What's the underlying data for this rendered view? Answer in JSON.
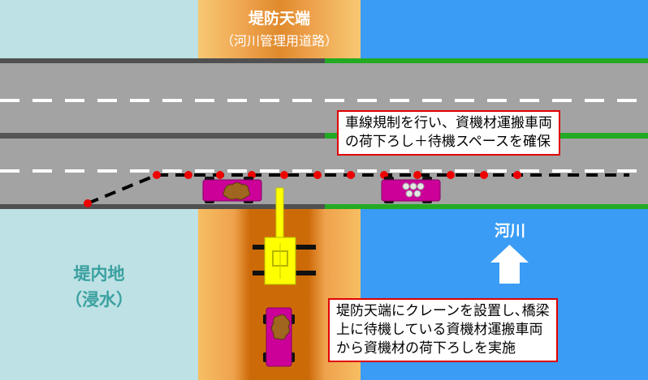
{
  "labels": {
    "embankment_top_title": "堤防天端",
    "embankment_top_subtitle": "（河川管理用道路）",
    "protected_side": "堤内地",
    "protected_side_sub": "（浸水）",
    "river": "河川"
  },
  "callouts": {
    "lane_restriction": [
      "車線規制を行い、資機材運搬車両",
      "の荷下ろし＋待機スペースを確保"
    ],
    "crane_unloading": [
      "堤防天端にクレーンを設置し､橋梁",
      "上に待機している資機材運搬車両",
      "から資機材の荷下ろしを実施"
    ]
  },
  "colors": {
    "inland": "#bde1e4",
    "river": "#3a9cf5",
    "embankment_outer": "#f7be63",
    "embankment_inner": "#cd6a08",
    "road": "#a3a3a3",
    "lane_cone": "#e00000",
    "truck": "#cc0099",
    "crane": "#ffff00",
    "label_teal": "#3aa0a0",
    "label_white": "#ffffff",
    "grass": "#22aa22"
  },
  "icons": {
    "river_direction": "arrow-up-icon"
  }
}
